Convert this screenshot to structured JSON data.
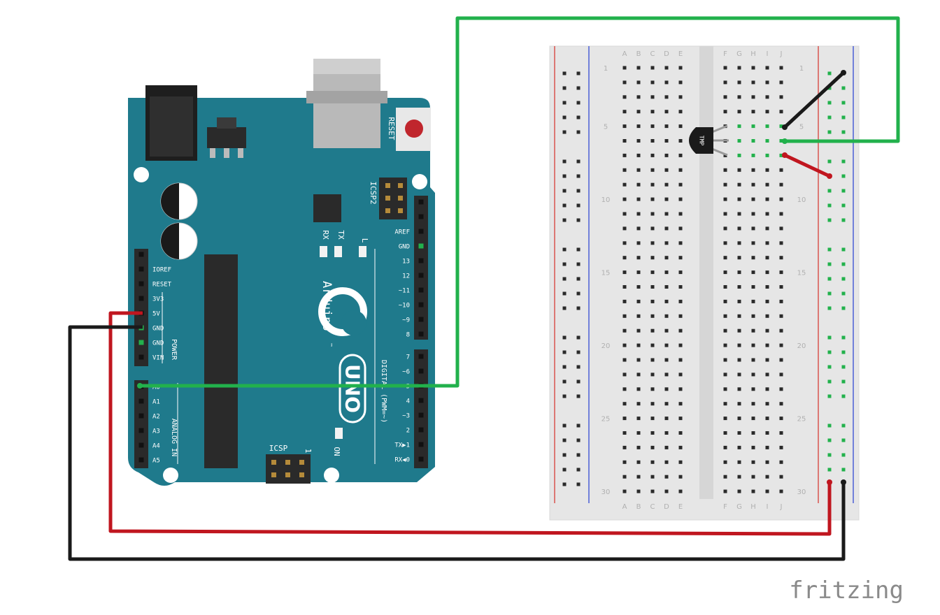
{
  "colors": {
    "board": "#1f7a8c",
    "board_dark": "#17606f",
    "header": "#2a2a2a",
    "breadboard": "#e6e6e6",
    "wire_green": "#22b14c",
    "wire_red": "#c0161f",
    "wire_black": "#1a1a1a",
    "rail_red": "#d9534f",
    "rail_blue": "#4a5fd6"
  },
  "arduino": {
    "reset_label": "RESET",
    "icsp2_label": "ICSP2",
    "icsp_label": "ICSP",
    "icsp_pin1": "1",
    "tx_label": "TX",
    "rx_label": "RX",
    "l_label": "L",
    "on_label": "ON",
    "brand": "Arduino",
    "tm": "™",
    "model": "UNO",
    "power_label": "POWER",
    "analog_label": "ANALOG IN",
    "digital_label": "DIGITAL (PWM=~)",
    "power_pins": [
      "IOREF",
      "RESET",
      "3V3",
      "5V",
      "GND",
      "GND",
      "VIN"
    ],
    "analog_pins": [
      "A0",
      "A1",
      "A2",
      "A3",
      "A4",
      "A5"
    ],
    "digital_top_pins": [
      "AREF",
      "GND",
      "13",
      "12",
      "~11",
      "~10",
      "~9",
      "8"
    ],
    "digital_bottom_pins": [
      "7",
      "~6",
      "~5",
      "4",
      "~3",
      "2",
      "TX▶1",
      "RX◀0"
    ]
  },
  "breadboard": {
    "columns_left": [
      "A",
      "B",
      "C",
      "D",
      "E"
    ],
    "columns_right": [
      "F",
      "G",
      "H",
      "I",
      "J"
    ],
    "row_numbers": [
      "1",
      "5",
      "10",
      "15",
      "20",
      "25",
      "30"
    ]
  },
  "sensor": {
    "label": "TMP"
  },
  "footer": {
    "logo": "fritzing"
  }
}
